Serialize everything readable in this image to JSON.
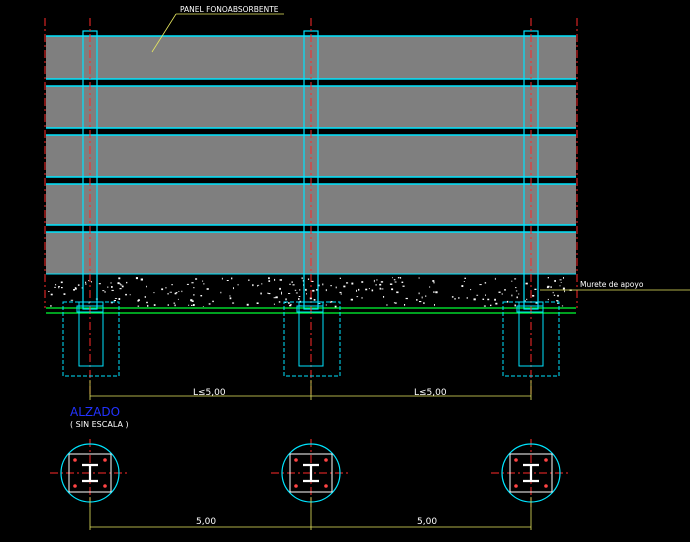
{
  "labels": {
    "panel": "PANEL FONOABSORBENTE",
    "murete": "Murete de apoyo",
    "view_title": "ALZADO",
    "view_subtitle": "( SIN ESCALA )"
  },
  "dimensions": {
    "elevation_spacing": [
      "L≤5,00",
      "L≤5,00"
    ],
    "plan_spacing": [
      "5,00",
      "5,00"
    ]
  },
  "colors": {
    "background": "#000000",
    "panel_fill": "#7f7f7f",
    "panel_edge": "#00e5ff",
    "post": "#00e5ff",
    "centerline": "#ff2a2a",
    "ground": "#00ff33",
    "dimension": "#e8e860",
    "text": "#ffffff",
    "title": "#2233ff",
    "concrete_speck": "#ffffff",
    "bolt": "#ff4444",
    "footing": "#00e5ff"
  }
}
